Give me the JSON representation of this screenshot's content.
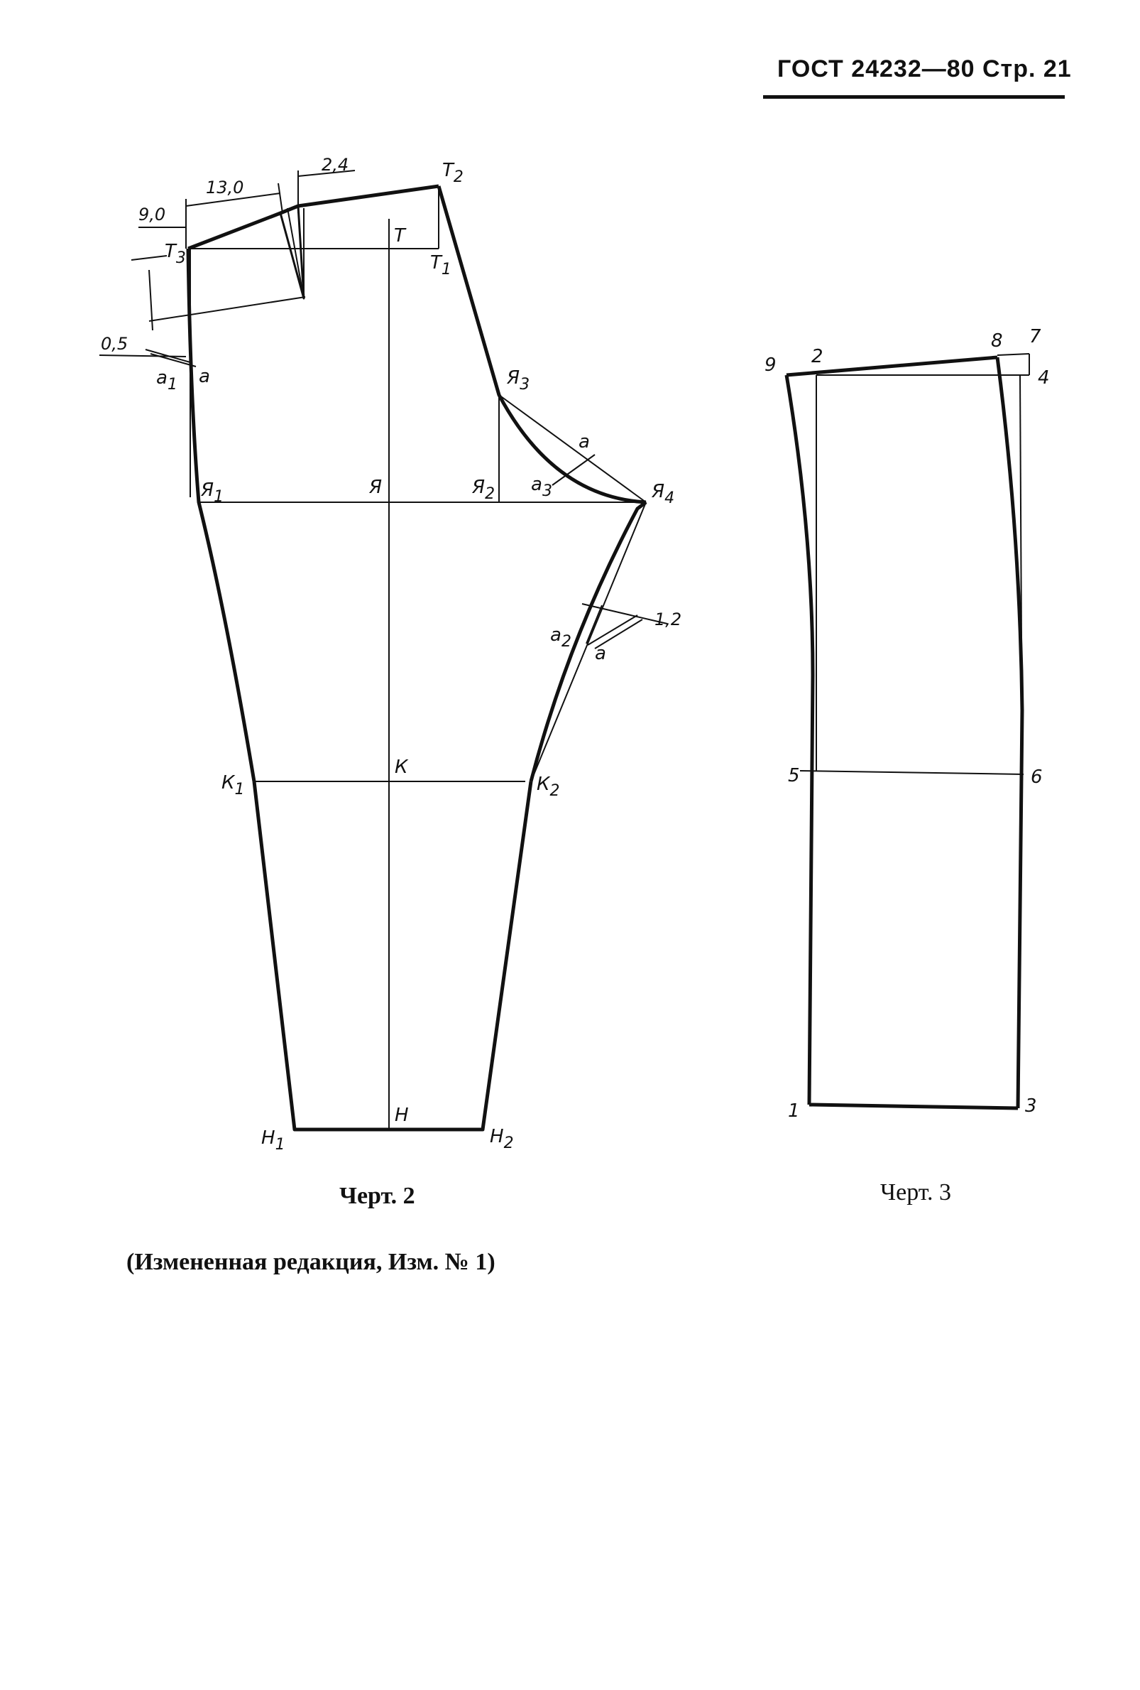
{
  "header": {
    "text": "ГОСТ 24232—80 Стр. 21"
  },
  "figures": {
    "fig2": {
      "caption": "Черт. 2",
      "dimensions": {
        "d1": "13,0",
        "d2": "2,4",
        "d3": "9,0",
        "d4": "0,5",
        "d5": "1,2"
      },
      "labels": {
        "T": "Т",
        "T1": "Т",
        "T1s": "1",
        "T2": "Т",
        "T2s": "2",
        "T3": "Т",
        "T3s": "3",
        "Ya": "Я",
        "Ya1": "Я",
        "Ya1s": "1",
        "Ya2": "Я",
        "Ya2s": "2",
        "Ya3": "Я",
        "Ya3s": "3",
        "Ya4": "Я",
        "Ya4s": "4",
        "K": "К",
        "K1": "К",
        "K1s": "1",
        "K2": "К",
        "K2s": "2",
        "H": "Н",
        "H1": "Н",
        "H1s": "1",
        "H2": "Н",
        "H2s": "2",
        "a_top": "а",
        "a1": "а",
        "a1s": "1",
        "a_mid": "а",
        "a2": "а",
        "a2s": "2",
        "a3": "а",
        "a3s": "3",
        "a_low": "а"
      }
    },
    "fig3": {
      "caption": "Черт. 3",
      "labels": {
        "p1": "1",
        "p2": "2",
        "p3": "3",
        "p4": "4",
        "p5": "5",
        "p6": "6",
        "p7": "7",
        "p8": "8",
        "p9": "9"
      }
    }
  },
  "note": "(Измененная редакция, Изм. № 1)"
}
